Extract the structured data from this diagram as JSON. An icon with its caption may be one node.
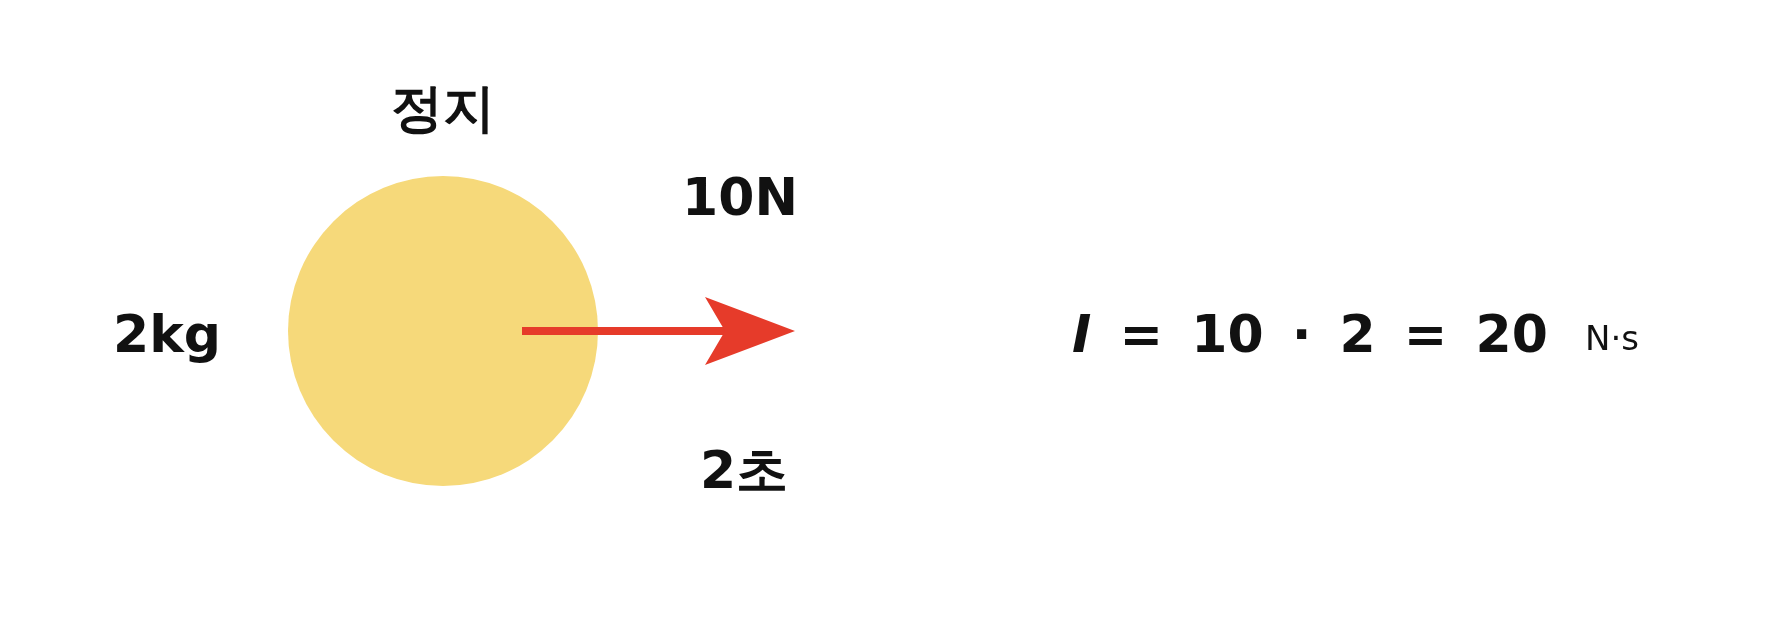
{
  "diagram": {
    "nodes": [
      {
        "text": [],
        "shape": "circle"
      }
    ],
    "edges": [],
    "labels": [
      "정지",
      "10N",
      "2kg",
      "2초",
      "*I* = 10 · 2 = 20",
      "N·s"
    ]
  }
}
